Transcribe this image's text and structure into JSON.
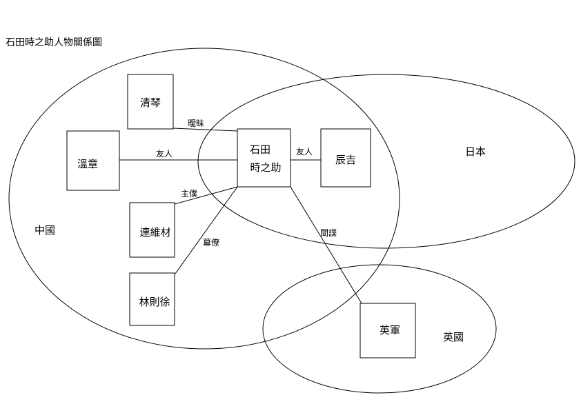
{
  "title": "石田時之助人物關係圖",
  "regions": {
    "china": "中國",
    "japan": "日本",
    "britain": "英國"
  },
  "nodes": {
    "qingqin": "清琴",
    "wenzhang": "溫章",
    "ishida_line1": "石田",
    "ishida_line2": "時之助",
    "chenji": "辰吉",
    "lianweicai": "連維材",
    "linzexu": "林則徐",
    "british_army": "英軍"
  },
  "edges": {
    "ambiguous": "曖昧",
    "friend_wenzhang": "友人",
    "friend_chenji": "友人",
    "master_servant": "主僕",
    "staff": "幕僚",
    "spy": "間諜"
  }
}
